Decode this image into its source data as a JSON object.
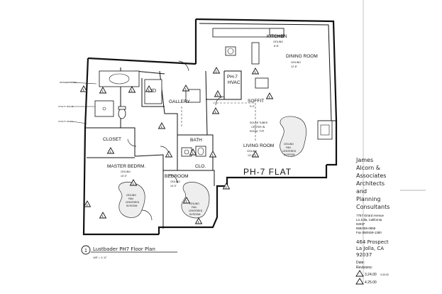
{
  "rooms": {
    "kitchen": {
      "name": "KITCHEN",
      "ceiling": "CEILING",
      "height": "8'-8\""
    },
    "dining": {
      "name": "DINING ROOM",
      "ceiling": "CEILING",
      "height": "12'-8\""
    },
    "hvac": {
      "name": "PH-7",
      "sub": "HVAC"
    },
    "gallery": {
      "name": "GALLERY"
    },
    "soffit": {
      "name": "SOFFIT",
      "height": "9'-0\""
    },
    "solar": {
      "line1": "SOLAR TUBES",
      "line2": "CENTER IN",
      "line3": "ROOM, TYP."
    },
    "living": {
      "name": "LIVING ROOM",
      "ceiling": "CEILING",
      "height": "13'-0\""
    },
    "living_fan": {
      "line1": "CEILING",
      "line2": "FAN",
      "line3": "CENTERED",
      "line4": "IN ROOM"
    },
    "bath": {
      "name": "BATH"
    },
    "clo": {
      "name": "CLO."
    },
    "closet": {
      "name": "CLOSET"
    },
    "master": {
      "name": "MASTER BEDRM.",
      "ceiling": "CEILING",
      "height": "10'-0\""
    },
    "master_fan": {
      "line1": "CEILING",
      "line2": "FAN",
      "line3": "CENTERED",
      "line4": "IN ROOM"
    },
    "bedroom": {
      "name": "BEDROOM",
      "ceiling": "CEILING",
      "height": "10'-0\""
    },
    "bedroom_fan": {
      "line1": "CEILING",
      "line2": "FAN",
      "line3": "CENTERED",
      "line4": "IN ROOM"
    }
  },
  "plan_label": "PH-7 FLAT",
  "firm": {
    "lines": [
      "James",
      "Alcorn &",
      "Associates",
      "Architects",
      "and",
      "Planning",
      "Consultants"
    ],
    "address": [
      "7757 Girard Avenue",
      "La Jolla, California",
      "92037",
      "858/459-0858",
      "Fax 858/459-1350"
    ]
  },
  "project": {
    "lines": [
      "464 Prospect",
      "La Jolla, CA",
      "92037"
    ]
  },
  "dates": {
    "label": "Date:",
    "revisions": "Revisions:",
    "rev1": "3.24.00",
    "rev1b": "3.30.00",
    "rev2": "4.25.00"
  },
  "drawing": {
    "number": "1",
    "title": "Lustbader PH7 Floor Plan",
    "scale": "1/8\" = 1'-0\""
  },
  "left_notes": [
    "WASHER/DRYER",
    "UTILITY ROOM",
    "UTILITY PANEL"
  ],
  "revision_mark": "1"
}
